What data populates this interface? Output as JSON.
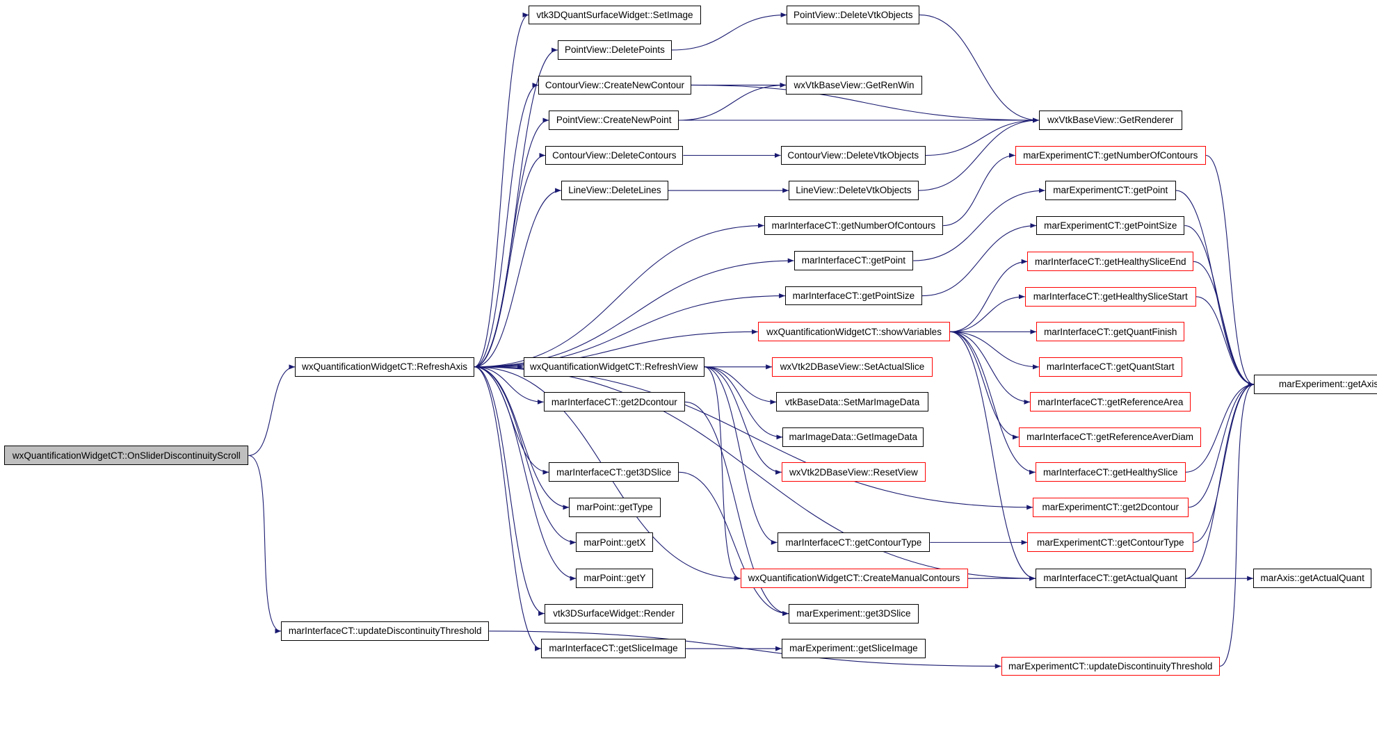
{
  "colors": {
    "edge": "#191970",
    "node_border": "#000000",
    "node_border_incomplete": "#ff0000",
    "root_fill": "#bfbfbf",
    "node_fill": "#ffffff"
  },
  "nodes": {
    "n01": {
      "label": "wxQuantificationWidgetCT::OnSliderDiscontinuityScroll"
    },
    "n02": {
      "label": "wxQuantificationWidgetCT::RefreshAxis"
    },
    "n03": {
      "label": "marInterfaceCT::updateDiscontinuityThreshold"
    },
    "n04": {
      "label": "vtk3DQuantSurfaceWidget::SetImage"
    },
    "n05": {
      "label": "PointView::DeletePoints"
    },
    "n06": {
      "label": "ContourView::CreateNewContour"
    },
    "n07": {
      "label": "PointView::CreateNewPoint"
    },
    "n08": {
      "label": "ContourView::DeleteContours"
    },
    "n09": {
      "label": "LineView::DeleteLines"
    },
    "n10": {
      "label": "marInterfaceCT::getNumberOfContours"
    },
    "n11": {
      "label": "marInterfaceCT::getPoint"
    },
    "n12": {
      "label": "marInterfaceCT::getPointSize"
    },
    "n13": {
      "label": "wxQuantificationWidgetCT::showVariables"
    },
    "n14": {
      "label": "wxQuantificationWidgetCT::RefreshView"
    },
    "n15": {
      "label": "marInterfaceCT::get2Dcontour"
    },
    "n16": {
      "label": "marInterfaceCT::get3DSlice"
    },
    "n17": {
      "label": "marPoint::getType"
    },
    "n18": {
      "label": "marPoint::getX"
    },
    "n19": {
      "label": "marPoint::getY"
    },
    "n20": {
      "label": "vtk3DSurfaceWidget::Render"
    },
    "n21": {
      "label": "marInterfaceCT::getSliceImage"
    },
    "n22": {
      "label": "PointView::DeleteVtkObjects"
    },
    "n23": {
      "label": "wxVtkBaseView::GetRenWin"
    },
    "n24": {
      "label": "ContourView::DeleteVtkObjects"
    },
    "n25": {
      "label": "LineView::DeleteVtkObjects"
    },
    "n26": {
      "label": "wxVtk2DBaseView::SetActualSlice"
    },
    "n27": {
      "label": "vtkBaseData::SetMarImageData"
    },
    "n28": {
      "label": "marImageData::GetImageData"
    },
    "n29": {
      "label": "wxVtk2DBaseView::ResetView"
    },
    "n30": {
      "label": "marInterfaceCT::getContourType"
    },
    "n31": {
      "label": "wxQuantificationWidgetCT::CreateManualContours"
    },
    "n32": {
      "label": "marExperiment::get3DSlice"
    },
    "n33": {
      "label": "marExperiment::getSliceImage"
    },
    "n34": {
      "label": "wxVtkBaseView::GetRenderer"
    },
    "n35": {
      "label": "marExperimentCT::getNumberOfContours"
    },
    "n36": {
      "label": "marExperimentCT::getPoint"
    },
    "n37": {
      "label": "marExperimentCT::getPointSize"
    },
    "n38": {
      "label": "marInterfaceCT::getHealthySliceEnd"
    },
    "n39": {
      "label": "marInterfaceCT::getHealthySliceStart"
    },
    "n40": {
      "label": "marInterfaceCT::getQuantFinish"
    },
    "n41": {
      "label": "marInterfaceCT::getQuantStart"
    },
    "n42": {
      "label": "marInterfaceCT::getReferenceArea"
    },
    "n43": {
      "label": "marInterfaceCT::getReferenceAverDiam"
    },
    "n44": {
      "label": "marInterfaceCT::getHealthySlice"
    },
    "n45": {
      "label": "marExperimentCT::get2Dcontour"
    },
    "n46": {
      "label": "marExperimentCT::getContourType"
    },
    "n47": {
      "label": "marInterfaceCT::getActualQuant"
    },
    "n48": {
      "label": "marExperimentCT::updateDiscontinuityThreshold"
    },
    "n49": {
      "label": "marExperiment::getAxis"
    },
    "n50": {
      "label": "marAxis::getActualQuant"
    }
  }
}
